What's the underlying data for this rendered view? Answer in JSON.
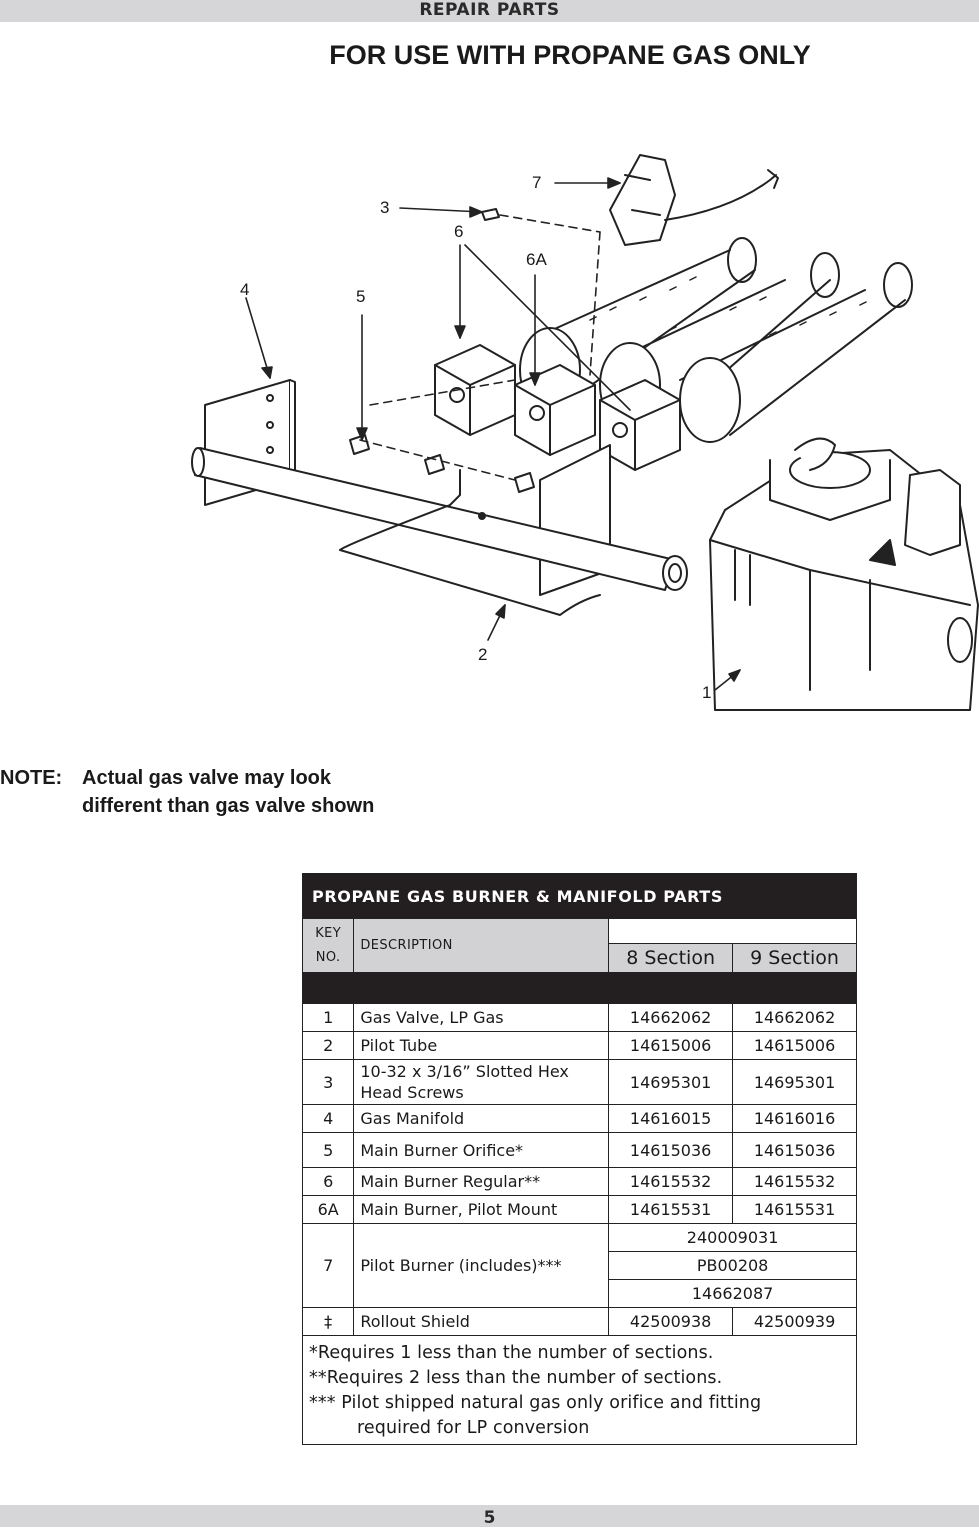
{
  "header": {
    "band_title": "REPAIR PARTS"
  },
  "page_title": "FOR USE WITH PROPANE GAS ONLY",
  "diagram": {
    "callouts": [
      "1",
      "2",
      "3",
      "4",
      "5",
      "6",
      "6A",
      "7"
    ]
  },
  "note": {
    "label": "NOTE:",
    "line1": "Actual gas valve may look",
    "line2": "different than gas valve shown"
  },
  "table": {
    "title": "PROPANE GAS BURNER & MANIFOLD PARTS",
    "col_key_line1": "KEY",
    "col_key_line2": "NO.",
    "col_desc": "DESCRIPTION",
    "col_8": "8 Section",
    "col_9": "9 Section",
    "rows": [
      {
        "key": "1",
        "desc": "Gas Valve, LP Gas",
        "s8": "14662062",
        "s9": "14662062"
      },
      {
        "key": "2",
        "desc": "Pilot Tube",
        "s8": "14615006",
        "s9": "14615006"
      },
      {
        "key": "3",
        "desc": "10-32 x 3/16” Slotted Hex Head Screws",
        "s8": "14695301",
        "s9": "14695301"
      },
      {
        "key": "4",
        "desc": "Gas Manifold",
        "s8": "14616015",
        "s9": "14616016"
      },
      {
        "key": "5",
        "desc": "Main Burner Orifice*",
        "s8": "14615036",
        "s9": "14615036"
      },
      {
        "key": "6",
        "desc": "Main Burner Regular**",
        "s8": "14615532",
        "s9": "14615532"
      },
      {
        "key": "6A",
        "desc": "Main Burner, Pilot Mount",
        "s8": "14615531",
        "s9": "14615531"
      }
    ],
    "pilot": {
      "key": "7",
      "desc": "Pilot Burner (includes)***",
      "parts": [
        "240009031",
        "PB00208",
        "14662087"
      ]
    },
    "rollout": {
      "key": "‡",
      "desc": "Rollout Shield",
      "s8": "42500938",
      "s9": "42500939"
    },
    "notes": {
      "n1": "*Requires 1 less than the number of sections.",
      "n2": "**Requires 2 less than the number of sections.",
      "n3a": "*** Pilot shipped natural gas only orifice and fitting",
      "n3b": "required for LP conversion"
    }
  },
  "footer": {
    "page_number": "5"
  }
}
